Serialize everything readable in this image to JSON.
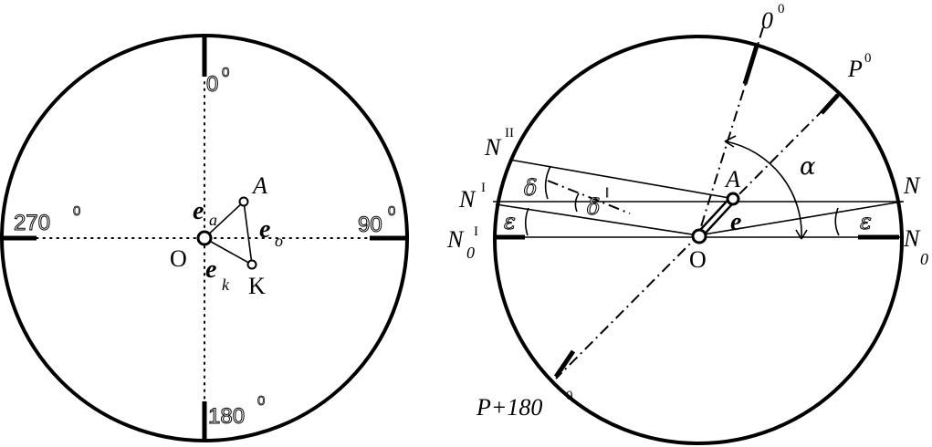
{
  "left_diagram": {
    "north": "0",
    "north_sup": "0",
    "east": "90",
    "east_sup": "0",
    "south": "180",
    "south_sup": "0",
    "west": "270",
    "west_sup": "0",
    "point_O": "O",
    "point_A": "A",
    "point_K": "K",
    "vec_ea": "e",
    "vec_ea_sub": "a",
    "vec_eo": "e",
    "vec_eo_sub": "o",
    "vec_ek": "e",
    "vec_ek_sub": "k"
  },
  "right_diagram": {
    "north": "0",
    "north_sup": "0",
    "p_label": "P",
    "p_sup": "0",
    "p180_label": "P+180",
    "p180_sup": "0",
    "N2": "N",
    "N2_sup": "II",
    "N1": "N",
    "N1_sup": "I",
    "N0p": "N",
    "N0p_sub": "0",
    "N0p_sup": "I",
    "N": "N",
    "N0": "N",
    "N0_sub": "0",
    "point_A": "A",
    "point_O": "O",
    "vec_e": "e",
    "alpha": "α",
    "delta": "δ",
    "delta_prime": "δ",
    "delta_prime_sup": "I",
    "eps_left": "ε",
    "eps_right": "ε"
  }
}
